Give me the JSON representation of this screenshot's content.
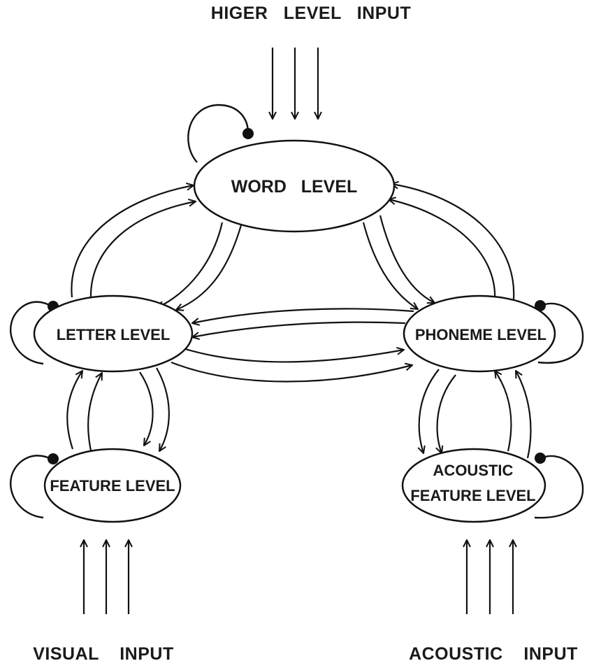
{
  "inputs": {
    "higher": "HIGER   LEVEL   INPUT",
    "visual": "VISUAL    INPUT",
    "acoustic": "ACOUSTIC    INPUT"
  },
  "nodes": {
    "word": "WORD   LEVEL",
    "letter": "LETTER LEVEL",
    "phoneme": "PHONEME LEVEL",
    "feature": "FEATURE LEVEL",
    "acoustic_feature_line1": "ACOUSTIC",
    "acoustic_feature_line2": "FEATURE LEVEL"
  },
  "colors": {
    "stroke": "#111111",
    "background": "#ffffff"
  }
}
